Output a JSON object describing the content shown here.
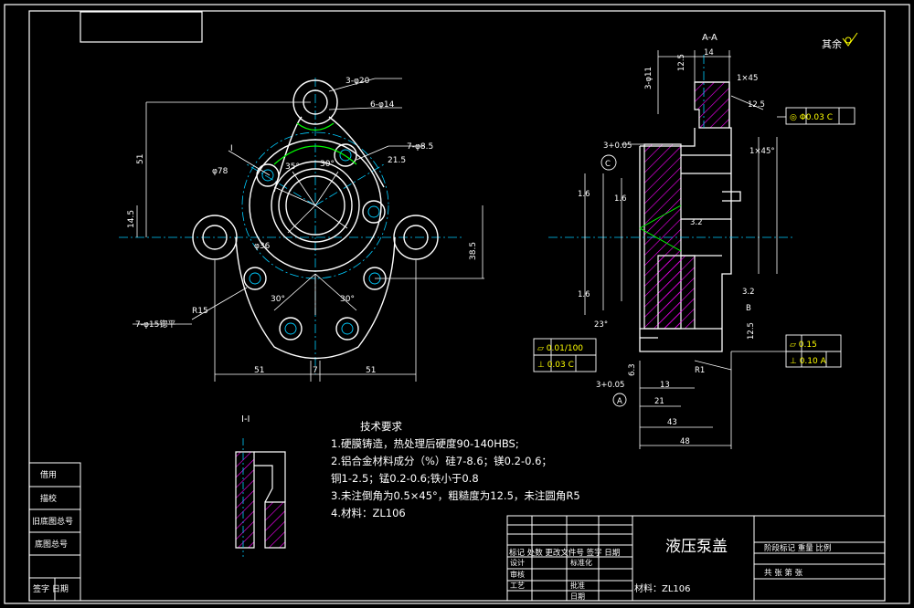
{
  "notes": {
    "title": "技术要求",
    "lines": [
      "1.硬膜铸造，热处理后硬度90-140HBS;",
      "2.铝合金材料成分（%）硅7-8.6；镁0.2-0.6；",
      "   铜1-2.5；锰0.2-0.6;铁小于0.8",
      "3.未注倒角为0.5×45°，粗糙度为12.5，未注圆角R5",
      "4.材料：ZL106"
    ]
  },
  "title_block": {
    "part_name": "液压泵盖",
    "material": "材料：ZL106",
    "header_row": "标记 处数 更改文件号 签字 日期",
    "stage_row": "阶段标记  重量  比例",
    "sheet_row": "共  张  第  张",
    "row_labels": [
      "设计",
      "标准化",
      "审核",
      "工艺",
      "批准",
      "日期"
    ]
  },
  "left_strip": [
    "借用",
    "描校",
    "旧底图总号",
    "底图总号",
    "签字 日期"
  ],
  "roughness_note": "其余",
  "view_labels": {
    "section_aa": "A-A",
    "detail": "I-I",
    "detail_ref": "I"
  },
  "tolerances": {
    "coax_right": "◎ Φ0.03  C",
    "flat_left": "▱ 0.01/100",
    "perp_left": "⊥ 0.03  C",
    "flat_right": "▱ 0.15",
    "perp_right": "⊥ 0.10  A"
  },
  "dims_front": [
    "3-φ20",
    "6-φ14",
    "7-φ8.5",
    "φ78",
    "30°",
    "35°",
    "φ36",
    "51",
    "14.5",
    "30°",
    "30°",
    "7-φ15锪平",
    "R15",
    "51",
    "7",
    "51",
    "21.5",
    "38.5"
  ],
  "dims_section": [
    "14",
    "12.5",
    "3-φ11",
    "1×45",
    "12.5",
    "1×45°",
    "3+0.05",
    "3+0.05",
    "13",
    "21",
    "43",
    "48",
    "R1",
    "1.6",
    "1.6",
    "1.6",
    "3.2",
    "3.2",
    "6.3",
    "12.5",
    "23°",
    "A",
    "B",
    "C"
  ]
}
